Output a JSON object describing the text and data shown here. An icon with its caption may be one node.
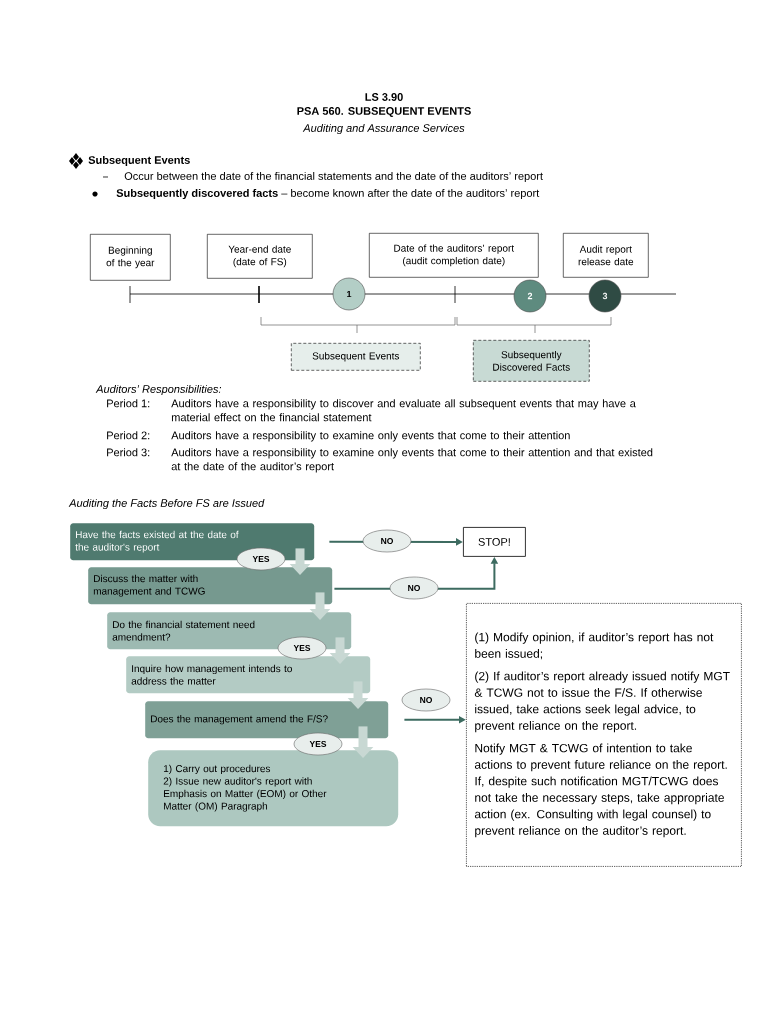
{
  "diagram": {
    "title": "PSA 560. SUBSEQUENT EVENTS",
    "nodes": [
      {
        "text": [
          "Beginning of the year"
        ]
      },
      {
        "text": [
          "Year-end date (date of FS)"
        ]
      },
      {
        "text": [
          "Date of the auditors’ report (audit completion date)"
        ]
      },
      {
        "text": [
          "Audit report release date"
        ]
      },
      {
        "text": [
          "1"
        ]
      },
      {
        "text": [
          "2"
        ]
      },
      {
        "text": [
          "3"
        ]
      },
      {
        "text": [
          "Subsequent Events"
        ]
      },
      {
        "text": [
          "Subsequently Discovered Facts"
        ]
      },
      {
        "text": [
          "Have the facts existed at the date of the auditor's report"
        ]
      },
      {
        "text": [
          "Discuss the matter with management and TCWG"
        ]
      },
      {
        "text": [
          "Do the financial statement need amendment?"
        ]
      },
      {
        "text": [
          "Inquire how management intends to address the matter"
        ]
      },
      {
        "text": [
          "Does the management amend the F/S?"
        ]
      },
      {
        "text": [
          "1) Carry out procedures",
          "2) Issue new auditor's report with Emphasis on Matter (EOM) or Other Matter (OM) Paragraph"
        ]
      },
      {
        "text": [
          "STOP!"
        ]
      },
      {
        "text": [
          "(1) Modify opinion, if auditor’s report has not been issued;",
          "(2) If auditor’s report already issued notify MGT & TCWG not to issue the F/S. If otherwise issued, take actions seek legal advice, to prevent reliance on the report.",
          "Notify MGT & TCWG of intention to take actions to prevent future reliance on the report. If, despite such notification MGT/TCWG does not take the necessary steps, take appropriate action (ex. Consulting with legal counsel) to prevent reliance on the auditor’s report."
        ]
      }
    ],
    "edges": [
      {
        "from": 9,
        "to": 10,
        "arrow": "to",
        "label": "YES"
      },
      {
        "from": 10,
        "to": 11,
        "arrow": "to"
      },
      {
        "from": 11,
        "to": 12,
        "arrow": "to",
        "label": "YES"
      },
      {
        "from": 12,
        "to": 13,
        "arrow": "to"
      },
      {
        "from": 13,
        "to": 14,
        "arrow": "to",
        "label": "YES"
      },
      {
        "from": 9,
        "to": 15,
        "arrow": "to",
        "label": "NO",
        "color": "#3d6b60"
      },
      {
        "from": 10,
        "to": 15,
        "arrow": "to",
        "label": "NO",
        "color": "#3d6b60"
      },
      {
        "from": 13,
        "to": 16,
        "arrow": "to",
        "label": "NO",
        "color": "#3d6b60"
      }
    ],
    "labels": [
      "LS 3.90",
      "Auditing and Assurance Services",
      "Subsequent Events",
      "Occur between the date of the financial statements and the date of the auditors’ report",
      "**Subsequently discovered facts** – become known after the date of the auditors’ report",
      "Auditors’ Responsibilities:",
      "Period 1:",
      "Auditors have a responsibility to discover and evaluate all subsequent events that may have a material effect on the financial statement",
      "Period 2:",
      "Auditors have a responsibility to examine only events that come to their attention",
      "Period 3:",
      "Auditors have a responsibility to examine only events that come to their attention and that existed at the date of the auditor’s report",
      "Auditing the Facts Before FS are Issued"
    ]
  }
}
